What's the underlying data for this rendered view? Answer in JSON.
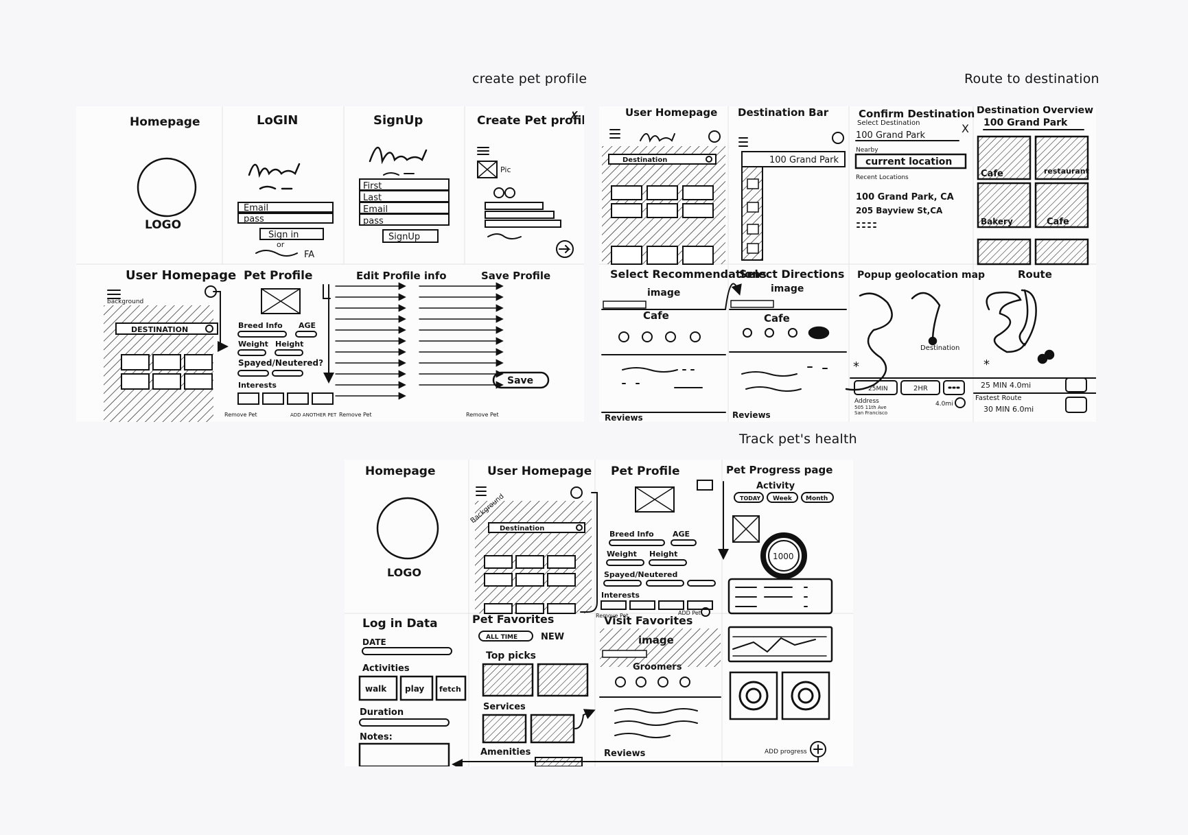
{
  "sections": {
    "create_pet_profile": "create pet profile",
    "route_to_destination": "Route to destination",
    "track_pet_health": "Track pet's health"
  },
  "board1": {
    "homepage": "Homepage",
    "logo": "LOGO",
    "login": "LoGIN",
    "email": "Email",
    "pass": "pass",
    "sign_in": "Sign in",
    "or": "or",
    "signup": "SignUp",
    "first": "First",
    "last": "Last",
    "signup_btn": "SignUp",
    "create_pet_profile": "Create Pet profile",
    "pic": "Pic",
    "user_homepage": "User Homepage",
    "background": "background",
    "destination": "DESTINATION",
    "pet_profile": "Pet Profile",
    "breed_info": "Breed Info",
    "age": "AGE",
    "weight": "Weight",
    "height": "Height",
    "spayed_neutered": "Spayed/Neutered?",
    "interests": "Interests",
    "remove_pet": "Remove Pet",
    "add_another_pet": "ADD ANOTHER PET",
    "edit_profile_info": "Edit Profile info",
    "save_profile": "Save Profile",
    "save": "Save"
  },
  "board2": {
    "user_homepage": "User Homepage",
    "destination": "Destination",
    "destination_bar": "Destination Bar",
    "grand_park": "100 Grand Park",
    "confirm_destination": "Confirm Destination",
    "select_destination": "Select Destination",
    "nearby": "Nearby",
    "current_location": "current location",
    "recent_locations": "Recent Locations",
    "loc1": "100 Grand Park, CA",
    "loc2": "205 Bayview St,CA",
    "destination_overview": "Destination Overview",
    "cafe": "Cafe",
    "restaurant": "restaurant",
    "bakery": "Bakery",
    "select_recommendations": "Select Recommendations",
    "image": "image",
    "reviews": "Reviews",
    "select_directions": "Select Directions",
    "popup_geolocation": "Popup geolocation map",
    "destination_label": "Destination",
    "route": "Route",
    "time_25": "25MIN",
    "time_2hr": "2HR",
    "address": "Address",
    "addr_line1": "505 11th Ave",
    "addr_line2": "San Francisco",
    "dist": "4.0mi",
    "route1": "25 MIN  4.0mi",
    "fastest": "Fastest Route",
    "route2": "30 MIN  6.0mi"
  },
  "board3": {
    "homepage": "Homepage",
    "logo": "LOGO",
    "user_homepage": "User Homepage",
    "background": "Background",
    "destination": "Destination",
    "pet_profile": "Pet Profile",
    "breed_info": "Breed Info",
    "age": "AGE",
    "weight": "Weight",
    "height": "Height",
    "spayed_neutered": "Spayed/Neutered",
    "interests": "Interests",
    "remove_pet": "Remove Pet",
    "add_pet": "ADD Pet",
    "pet_progress_page": "Pet Progress page",
    "activity": "Activity",
    "today": "TODAY",
    "week": "Week",
    "month": "Month",
    "steps": "1000",
    "log_in_data": "Log in Data",
    "date": "DATE",
    "activities": "Activities",
    "walk": "walk",
    "play": "play",
    "fetch": "fetch",
    "duration": "Duration",
    "notes": "Notes:",
    "pet_favorites": "Pet Favorites",
    "all_time": "ALL TIME",
    "new": "NEW",
    "top_picks": "Top picks",
    "services": "Services",
    "amenities": "Amenities",
    "visit_favorites": "Visit Favorites",
    "image": "image",
    "groomers": "Groomers",
    "reviews": "Reviews",
    "add_progress": "ADD progress"
  }
}
